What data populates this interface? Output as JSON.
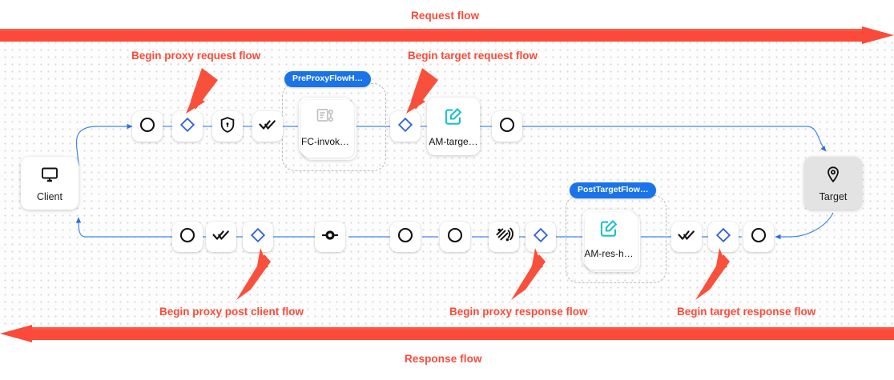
{
  "diagram": {
    "title_request": "Request flow",
    "title_response": "Response flow",
    "accent_red": "#fc4a3a",
    "accent_blue": "#1a73e8",
    "accent_teal": "#1bbfce",
    "edge_blue": "#4285f4"
  },
  "bands": [
    {
      "name": "request-flow-band",
      "label": "Request flow",
      "direction": "right"
    },
    {
      "name": "response-flow-band",
      "label": "Response flow",
      "direction": "left"
    }
  ],
  "endpoints": [
    {
      "id": "client",
      "label": "Client",
      "icon": "monitor-icon",
      "variant": "white"
    },
    {
      "id": "target",
      "label": "Target",
      "icon": "map-pin-icon",
      "variant": "grey"
    }
  ],
  "request_row": [
    {
      "id": "rq-1",
      "icon": "circle-icon",
      "title": "flow start"
    },
    {
      "id": "rq-2",
      "icon": "blue-diamond-icon",
      "title": "proxy request flow"
    },
    {
      "id": "rq-3",
      "icon": "shield-lock-icon",
      "title": "security policy"
    },
    {
      "id": "rq-4",
      "icon": "double-check-icon",
      "title": "validation"
    },
    {
      "id": "rq-5",
      "icon": "blue-diamond-icon",
      "title": "target request flow"
    },
    {
      "id": "rq-6",
      "icon": "circle-icon",
      "title": "flow end"
    }
  ],
  "response_row": [
    {
      "id": "rs-1",
      "icon": "circle-icon",
      "title": "flow end"
    },
    {
      "id": "rs-2",
      "icon": "double-check-icon",
      "title": "validation"
    },
    {
      "id": "rs-3",
      "icon": "blue-diamond-icon",
      "title": "proxy post client flow"
    },
    {
      "id": "rs-4",
      "icon": "node-connector-icon",
      "title": "connector"
    },
    {
      "id": "rs-5",
      "icon": "circle-icon",
      "title": "flow step"
    },
    {
      "id": "rs-6",
      "icon": "circle-icon",
      "title": "flow step"
    },
    {
      "id": "rs-7",
      "icon": "satellite-dish-icon",
      "title": "signal"
    },
    {
      "id": "rs-8",
      "icon": "blue-diamond-icon",
      "title": "proxy response flow"
    },
    {
      "id": "rs-9",
      "icon": "double-check-icon",
      "title": "validation"
    },
    {
      "id": "rs-10",
      "icon": "blue-diamond-icon",
      "title": "target response flow"
    },
    {
      "id": "rs-11",
      "icon": "circle-icon",
      "title": "flow start"
    }
  ],
  "hooks": [
    {
      "id": "pre-proxy-flow-hook",
      "pill": "PreProxyFlowH…",
      "policy": "FC-invok…",
      "icon": "script-flow-icon"
    },
    {
      "id": "post-target-flow-hook",
      "pill": "PostTargetFlow…",
      "policy": "AM-res-h…",
      "icon": "assign-message-icon"
    }
  ],
  "policies": [
    {
      "id": "am-target",
      "label": "AM-targe…",
      "icon": "assign-message-icon"
    }
  ],
  "annotations": [
    {
      "id": "anno-proxy-request",
      "label": "Begin proxy request flow"
    },
    {
      "id": "anno-target-request",
      "label": "Begin target request flow"
    },
    {
      "id": "anno-post-client",
      "label": "Begin proxy post client flow"
    },
    {
      "id": "anno-proxy-response",
      "label": "Begin proxy response flow"
    },
    {
      "id": "anno-target-response",
      "label": "Begin target response flow"
    }
  ]
}
